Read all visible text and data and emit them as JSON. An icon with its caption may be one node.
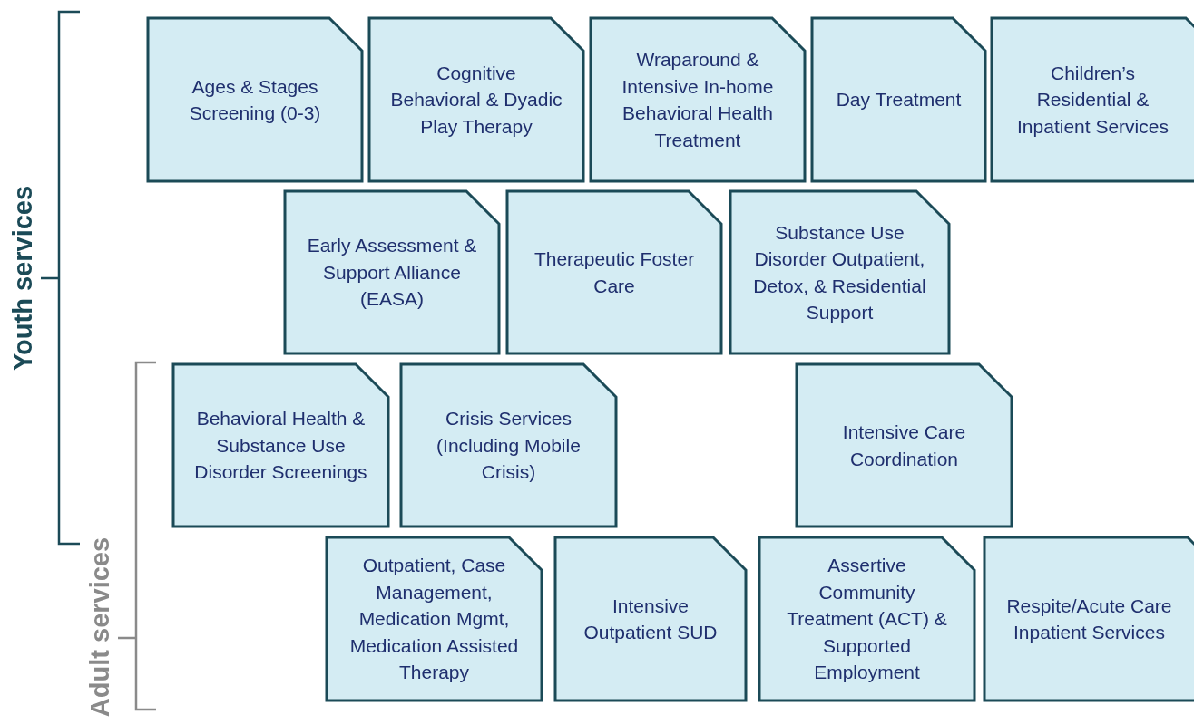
{
  "diagram": {
    "nodes": [
      {
        "text": [
          "Ages & Stages Screening (0-3)"
        ]
      },
      {
        "text": [
          "Cognitive Behavioral & Dyadic Play Therapy"
        ]
      },
      {
        "text": [
          "Wraparound & Intensive In-home Behavioral Health Treatment"
        ]
      },
      {
        "text": [
          "Day Treatment"
        ]
      },
      {
        "text": [
          "Children’s Residential & Inpatient Services"
        ]
      },
      {
        "text": [
          "Early Assessment & Support Alliance (EASA)"
        ]
      },
      {
        "text": [
          "Therapeutic Foster Care"
        ]
      },
      {
        "text": [
          "Substance Use Disorder Outpatient, Detox, & Residential Support"
        ]
      },
      {
        "text": [
          "Behavioral Health & Substance Use Disorder Screenings"
        ]
      },
      {
        "text": [
          "Crisis Services (Including Mobile Crisis)"
        ]
      },
      {
        "text": [
          "Intensive Care Coordination"
        ]
      },
      {
        "text": [
          "Outpatient, Case Management, Medication Mgmt, Medication Assisted Therapy"
        ]
      },
      {
        "text": [
          "Intensive Outpatient SUD"
        ]
      },
      {
        "text": [
          "Assertive Community Treatment (ACT) & Supported Employment"
        ]
      },
      {
        "text": [
          "Respite/Acute Care Inpatient Services"
        ]
      }
    ],
    "labels": [
      "Youth services",
      "Adult services"
    ]
  }
}
